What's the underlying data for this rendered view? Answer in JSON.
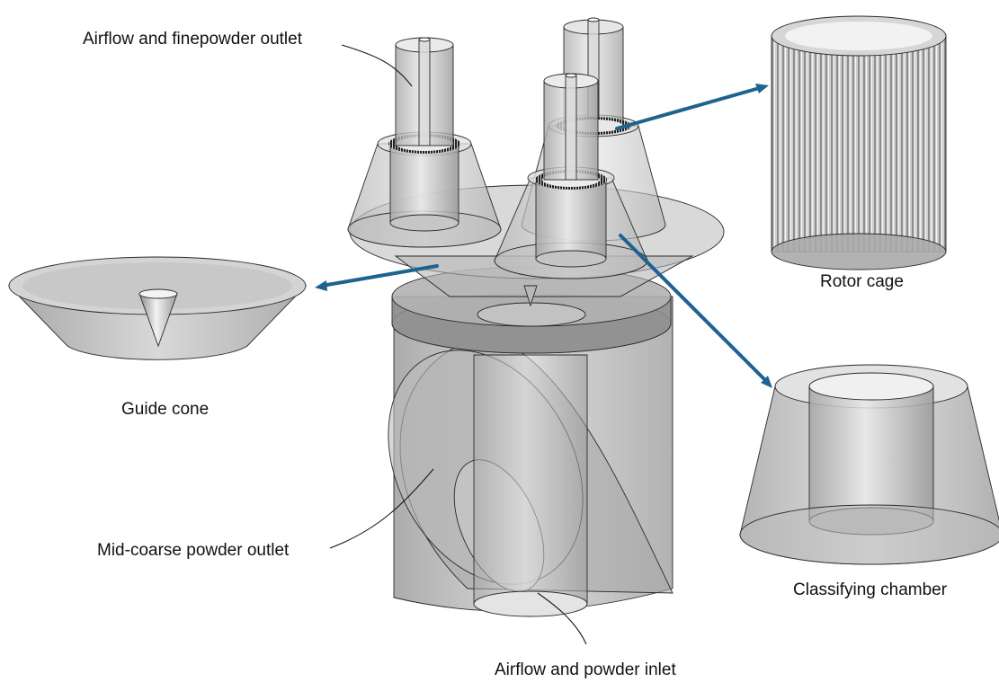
{
  "labels": {
    "fine_outlet": "Airflow and finepowder outlet",
    "rotor_cage": "Rotor cage",
    "guide_cone": "Guide cone",
    "mid_coarse_outlet": "Mid-coarse powder outlet",
    "classifying_chamber": "Classifying chamber",
    "inlet": "Airflow and powder inlet"
  },
  "colors": {
    "arrow": "#1e6390",
    "outline": "#2a2a2a",
    "body_gray": "#bdbdbd",
    "text": "#111111"
  }
}
